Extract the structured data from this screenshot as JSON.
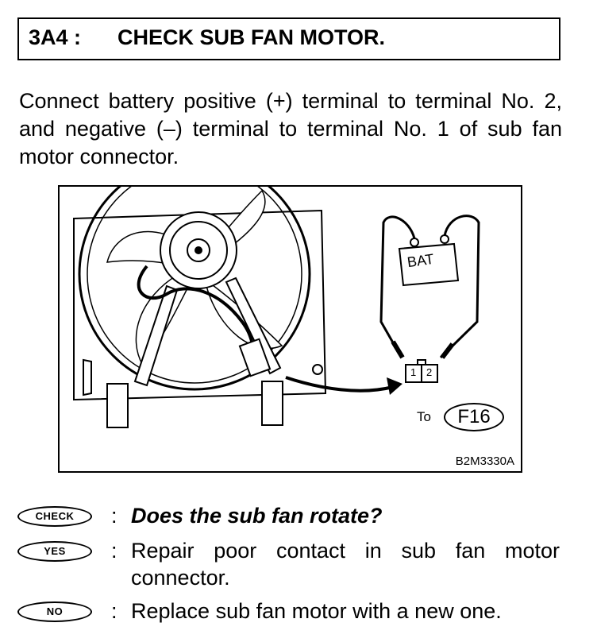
{
  "header": {
    "code": "3A4 :",
    "title": "CHECK SUB FAN MOTOR."
  },
  "intro_text": "Connect battery positive (+) terminal to terminal No. 2, and negative (–) terminal to terminal No. 1 of sub fan motor connector.",
  "figure": {
    "battery_label": "BAT",
    "pin_1": "1",
    "pin_2": "2",
    "to_label": "To",
    "connector_id": "F16",
    "figure_code": "B2M3330A"
  },
  "steps": [
    {
      "badge": "CHECK",
      "colon": ":",
      "text": "Does the sub fan rotate?"
    },
    {
      "badge": "YES",
      "colon": ":",
      "text": "Repair poor contact in sub fan motor connector."
    },
    {
      "badge": "NO",
      "colon": ":",
      "text": "Replace sub fan motor with a new one."
    }
  ]
}
